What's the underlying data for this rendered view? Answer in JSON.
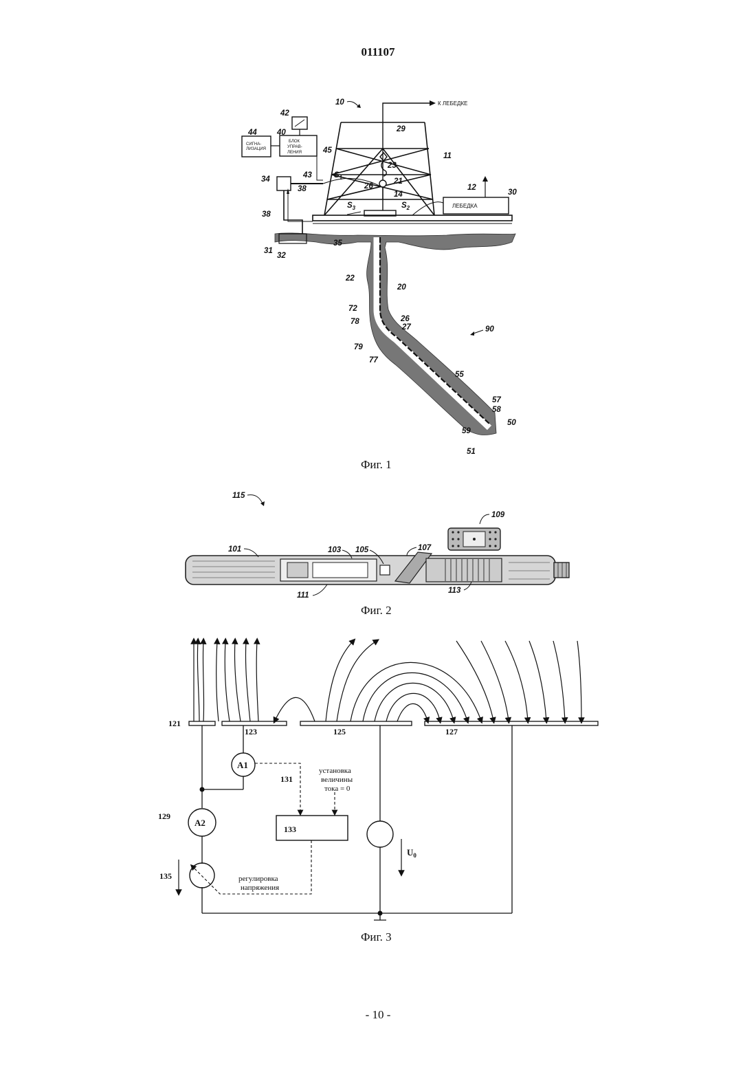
{
  "header": {
    "doc_number": "011107"
  },
  "footer": {
    "page": "- 10 -"
  },
  "fig1": {
    "caption": "Фиг. 1",
    "winch_arrow_label": "К ЛЕБЕДКЕ",
    "control_unit": [
      "БЛОК",
      "УПРАВ-",
      "ЛЕНИЯ"
    ],
    "alarm": [
      "СИГНА-",
      "ЛИЗАЦИЯ"
    ],
    "winch_box": "ЛЕБЕДКА",
    "refs": {
      "r10": "10",
      "r42": "42",
      "r40": "40",
      "r44": "44",
      "r45": "45",
      "r29": "29",
      "r23": "23",
      "r11": "11",
      "r34": "34",
      "r43": "43",
      "r38a": "38",
      "r26a": "26",
      "r21": "21",
      "r12": "12",
      "r30": "30",
      "r14": "14",
      "r38b": "38",
      "r31": "31",
      "r32": "32",
      "r35": "35",
      "r22": "22",
      "r20": "20",
      "r72": "72",
      "r78": "78",
      "r26b": "26",
      "r27": "27",
      "r90": "90",
      "r79": "79",
      "r77": "77",
      "r55": "55",
      "r57": "57",
      "r58": "58",
      "r50": "50",
      "r59": "59",
      "r51": "51"
    },
    "sensors": {
      "s1": "S",
      "s1_sub": "1",
      "s2": "S",
      "s2_sub": "2",
      "s3": "S",
      "s3_sub": "3"
    }
  },
  "fig2": {
    "caption": "Фиг. 2",
    "refs": {
      "r115": "115",
      "r109": "109",
      "r101": "101",
      "r103": "103",
      "r105": "105",
      "r107": "107",
      "r111": "111",
      "r113": "113"
    }
  },
  "fig3": {
    "caption": "Фиг. 3",
    "electrodes": {
      "e121": "121",
      "e123": "123",
      "e125": "125",
      "e127": "127"
    },
    "refs": {
      "r129": "129",
      "r131": "131",
      "r133": "133",
      "r135": "135"
    },
    "meters": {
      "a1": "A1",
      "a2": "A2"
    },
    "source_label": "U",
    "source_sub": "0",
    "current_setting": [
      "установка",
      "величины",
      "тока = 0"
    ],
    "voltage_adjust": [
      "регулировка",
      "напряжения"
    ]
  }
}
